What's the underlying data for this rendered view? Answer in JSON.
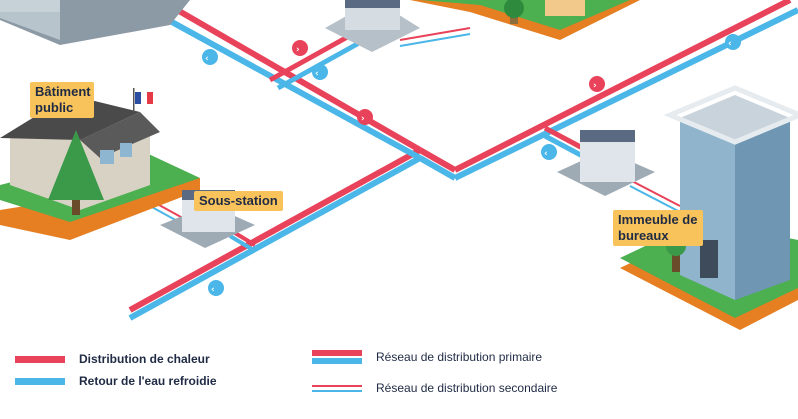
{
  "labels": {
    "batiment_public": "Bâtiment public",
    "sous_station": "Sous-station",
    "immeuble_bureaux": "Immeuble de bureaux"
  },
  "legend": {
    "heat": "Distribution de chaleur",
    "return": "Retour de l'eau refroidie",
    "primary": "Réseau de distribution primaire",
    "secondary": "Réseau de distribution secondaire"
  },
  "colors": {
    "heat": "#e8435a",
    "return": "#4bb6e8",
    "grass": "#4caf50",
    "soil": "#e67e22",
    "label_bg": "#f7c35a"
  },
  "icons": [
    "flag-icon",
    "arrow-icon"
  ]
}
